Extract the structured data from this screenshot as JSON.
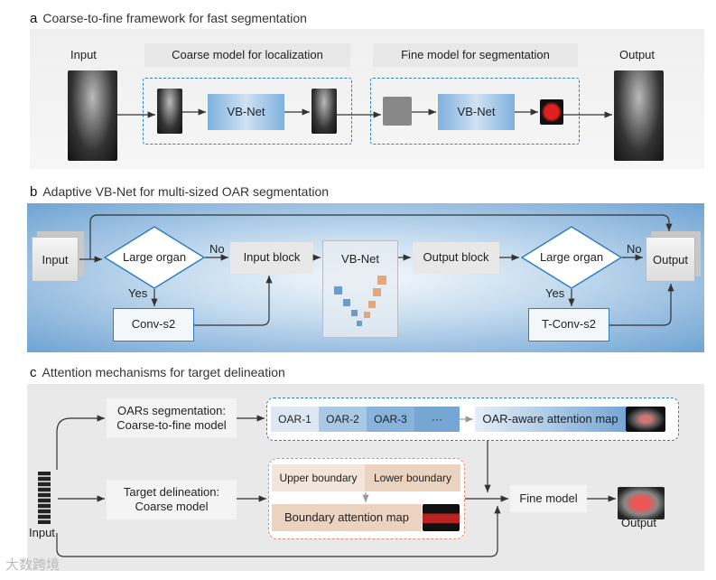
{
  "panel_a": {
    "letter": "a",
    "title": "Coarse-to-fine framework for fast segmentation",
    "input": "Input",
    "output": "Output",
    "coarse_label": "Coarse model for localization",
    "fine_label": "Fine model for segmentation",
    "net1": "VB-Net",
    "net2": "VB-Net"
  },
  "panel_b": {
    "letter": "b",
    "title": "Adaptive VB-Net for multi-sized OAR segmentation",
    "input": "Input",
    "decision1": "Large organ",
    "no1": "No",
    "yes1": "Yes",
    "input_block": "Input block",
    "vbnet": "VB-Net",
    "output_block": "Output block",
    "decision2": "Large organ",
    "no2": "No",
    "yes2": "Yes",
    "conv": "Conv-s2",
    "tconv": "T-Conv-s2",
    "output": "Output"
  },
  "panel_c": {
    "letter": "c",
    "title": "Attention mechanisms for target delineation",
    "oar_seg": "OARs segmentation:",
    "oar_seg2": "Coarse-to-fine model",
    "oars": [
      "OAR-1",
      "OAR-2",
      "OAR-3",
      "···"
    ],
    "oar_map": "OAR-aware attention map",
    "target": "Target delineation:",
    "target2": "Coarse model",
    "upper": "Upper boundary",
    "lower": "Lower boundary",
    "boundary_map": "Boundary attention map",
    "fine": "Fine model",
    "input": "Input",
    "output": "Output"
  },
  "watermark": "大数跨境",
  "colors": {
    "blue_panel": "#6fa3d3",
    "dash_blue": "#2f7fbf",
    "dash_orange": "#e08a6a",
    "boundary": "#ecd3c0"
  }
}
